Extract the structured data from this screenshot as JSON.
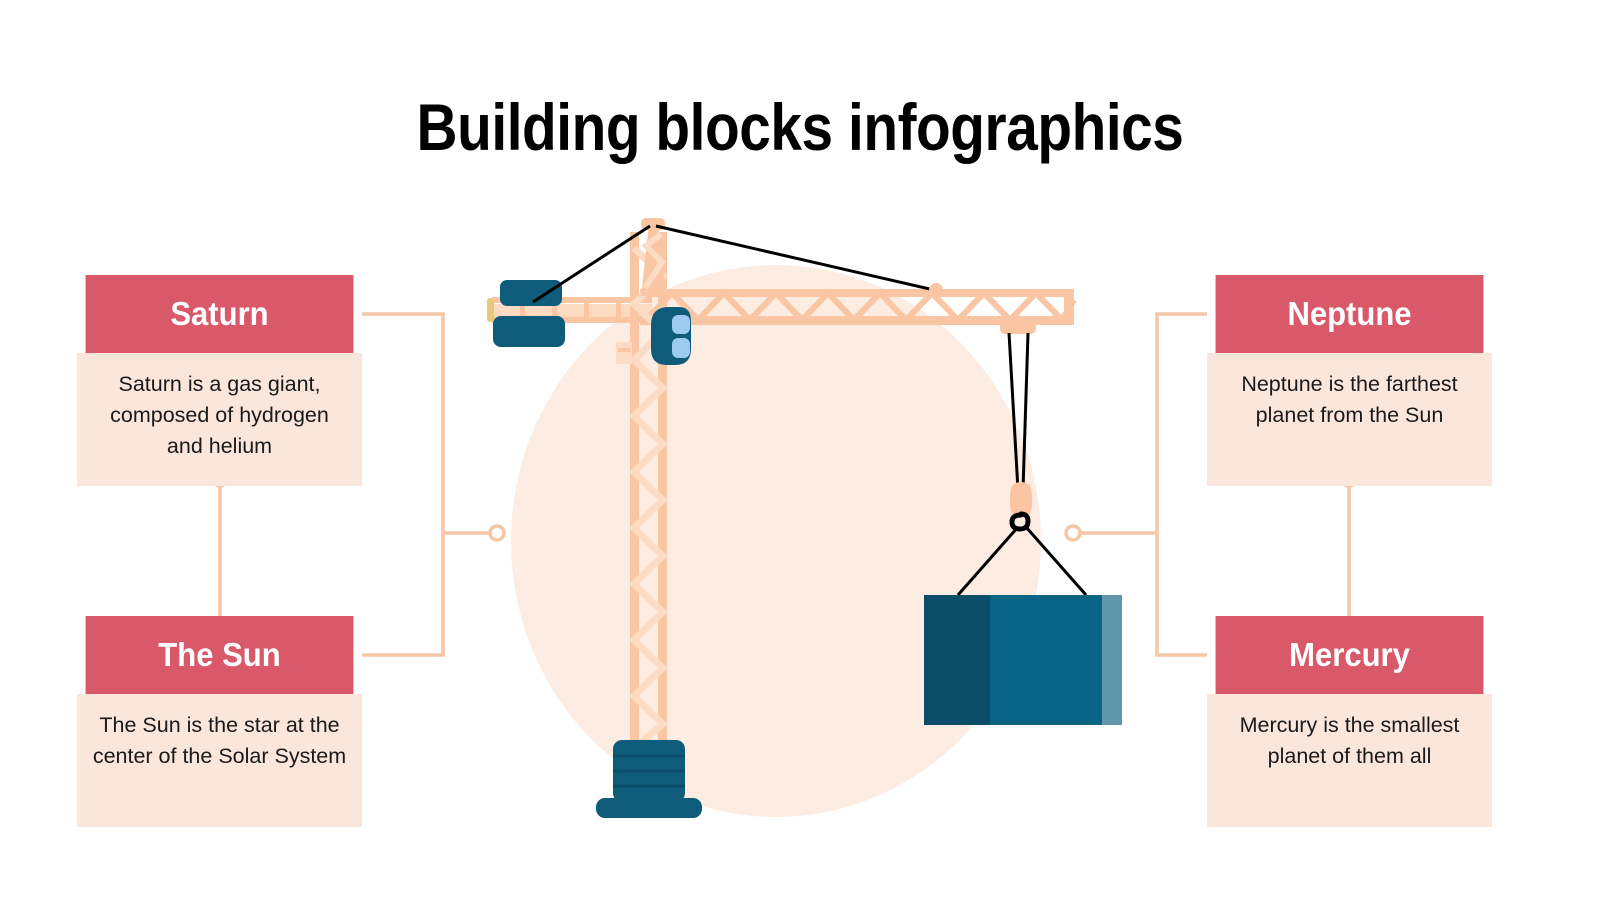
{
  "title": "Building blocks infographics",
  "colors": {
    "card_header_bg": "#d9596a",
    "card_body_bg": "#fbe6dc",
    "card_header_text": "#ffffff",
    "card_body_text": "#1a1a1a",
    "title_text": "#000000",
    "page_bg": "#ffffff",
    "connector_line": "#f6c6a8",
    "crane_peach": "#fac5a2",
    "crane_peach_light": "#fcdcc4",
    "backdrop_circle": "#fcece2",
    "crane_teal_dark": "#0e5b7a",
    "crane_teal_deep": "#0b4d68",
    "container_mid": "#0a6485",
    "container_light": "#5f96aa",
    "cab_window": "#9dcbf0",
    "cable_black": "#000000",
    "jib_tip_yellow": "#e8c87a"
  },
  "cards": [
    {
      "id": "saturn",
      "title": "Saturn",
      "body": "Saturn is a gas giant, composed of hydrogen and helium"
    },
    {
      "id": "sun",
      "title": "The Sun",
      "body": "The Sun is the star at the center of the Solar System"
    },
    {
      "id": "neptune",
      "title": "Neptune",
      "body": "Neptune is the farthest planet from the Sun"
    },
    {
      "id": "mercury",
      "title": "Mercury",
      "body": "Mercury is the smallest planet of them all"
    }
  ],
  "illustration": {
    "name": "tower-crane-lifting-container",
    "parts": [
      "counterweight-block",
      "counter-jib",
      "mast-tower",
      "operator-cab",
      "apex-tower",
      "tension-cables",
      "jib-truss",
      "trolley",
      "hoist-cables",
      "hook-block",
      "sling-cables",
      "shipping-container",
      "crane-base"
    ]
  }
}
